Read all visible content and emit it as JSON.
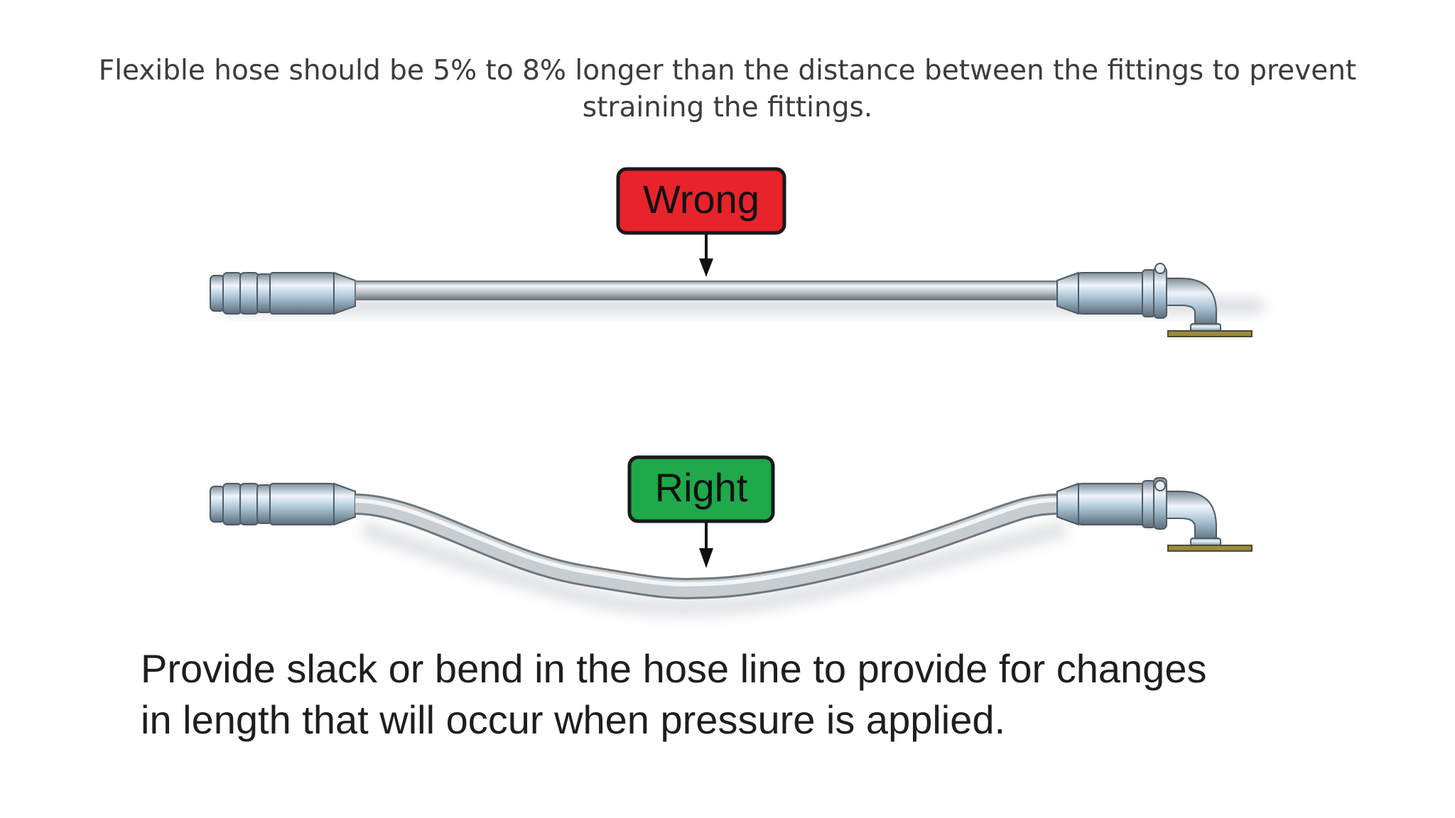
{
  "heading": {
    "line1": "Flexible hose should be 5% to 8% longer than the distance between the fittings to prevent",
    "line2": "straining the fittings."
  },
  "figure": {
    "wrong": {
      "label": "Wrong",
      "color": "#e8232b"
    },
    "right": {
      "label": "Right",
      "color": "#1fa94a"
    },
    "caption": {
      "line1": "Provide slack or bend in the hose line to provide for changes",
      "line2": "in length that will occur when pressure is applied."
    }
  }
}
